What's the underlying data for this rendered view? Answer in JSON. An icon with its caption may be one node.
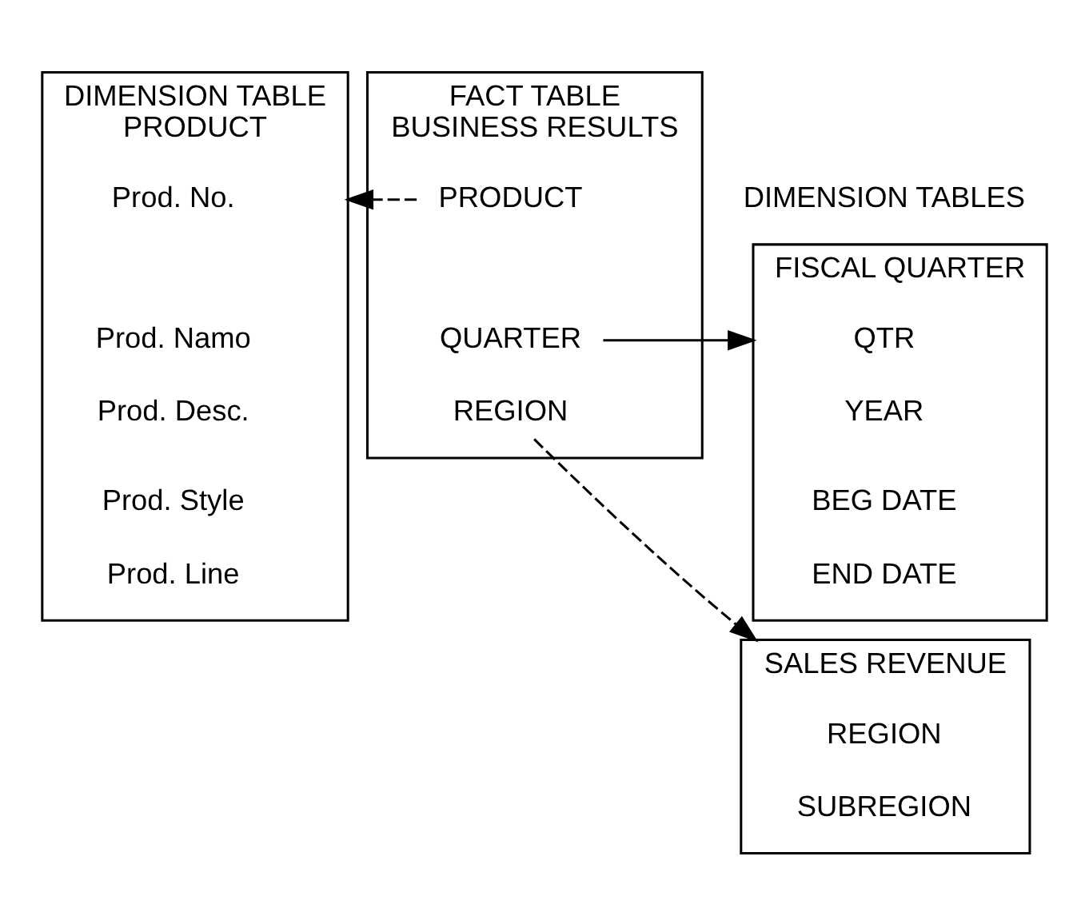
{
  "diagram": {
    "nodes": [
      {
        "text": [
          "DIMENSION TABLE",
          "PRODUCT"
        ]
      },
      {
        "text": [
          "Prod. No."
        ],
        "in": 0
      },
      {
        "text": [
          "Prod. Namo"
        ],
        "in": 0
      },
      {
        "text": [
          "Prod. Desc."
        ],
        "in": 0
      },
      {
        "text": [
          "Prod. Style"
        ],
        "in": 0
      },
      {
        "text": [
          "Prod. Line"
        ],
        "in": 0
      },
      {
        "text": [
          "FACT TABLE",
          "BUSINESS RESULTS"
        ]
      },
      {
        "text": [
          "PRODUCT"
        ],
        "in": 6
      },
      {
        "text": [
          "QUARTER"
        ],
        "in": 6
      },
      {
        "text": [
          "REGION"
        ],
        "in": 6
      },
      {
        "text": [
          "FISCAL QUARTER"
        ]
      },
      {
        "text": [
          "QTR"
        ],
        "in": 10
      },
      {
        "text": [
          "YEAR"
        ],
        "in": 10
      },
      {
        "text": [
          "BEG DATE"
        ],
        "in": 10
      },
      {
        "text": [
          "END DATE"
        ],
        "in": 10
      },
      {
        "text": [
          "SALES REVENUE"
        ]
      },
      {
        "text": [
          "REGION"
        ],
        "in": 15
      },
      {
        "text": [
          "SUBREGION"
        ],
        "in": 15
      }
    ],
    "edges": [
      {
        "from": 7,
        "to": 0,
        "arrow": "to",
        "style": "dashed"
      },
      {
        "from": 8,
        "to": 10,
        "arrow": "to"
      },
      {
        "from": 9,
        "to": 15,
        "arrow": "to",
        "style": "dashed"
      }
    ],
    "labels": [
      "DIMENSION TABLES"
    ]
  }
}
